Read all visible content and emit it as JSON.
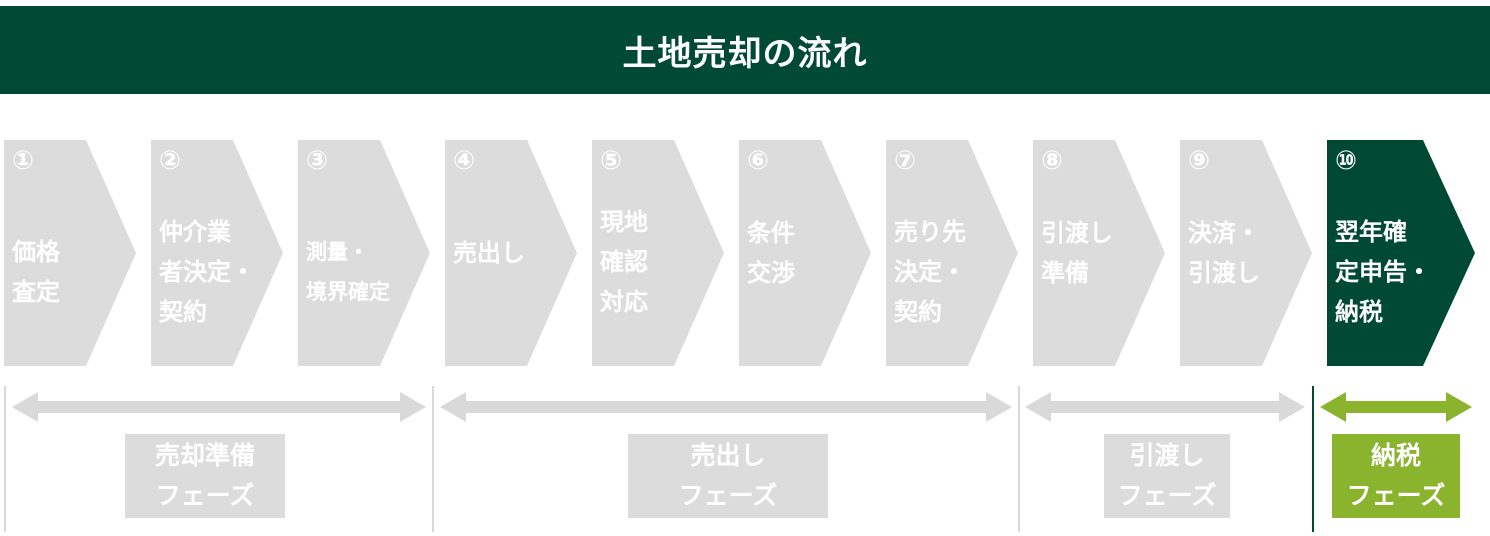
{
  "title": "土地売却の流れ",
  "steps": [
    {
      "num": "①",
      "lines": [
        "価格",
        "査定"
      ]
    },
    {
      "num": "②",
      "lines": [
        "仲介業",
        "者決定・",
        "契約"
      ]
    },
    {
      "num": "③",
      "lines": [
        "測量・",
        "境界確定"
      ]
    },
    {
      "num": "④",
      "lines": [
        "売出し"
      ]
    },
    {
      "num": "⑤",
      "lines": [
        "現地",
        "確認",
        "対応"
      ]
    },
    {
      "num": "⑥",
      "lines": [
        "条件",
        "交渉"
      ]
    },
    {
      "num": "⑦",
      "lines": [
        "売り先",
        "決定・",
        "契約"
      ]
    },
    {
      "num": "⑧",
      "lines": [
        "引渡し",
        "準備"
      ]
    },
    {
      "num": "⑨",
      "lines": [
        "決済・",
        "引渡し"
      ]
    },
    {
      "num": "⑩",
      "lines": [
        "翌年確",
        "定申告・",
        "納税"
      ]
    }
  ],
  "phases": [
    {
      "lines": [
        "売却準備",
        "フェーズ"
      ]
    },
    {
      "lines": [
        "売出し",
        "フェーズ"
      ]
    },
    {
      "lines": [
        "引渡し",
        "フェーズ"
      ]
    },
    {
      "lines": [
        "納税",
        "フェーズ"
      ]
    }
  ],
  "colors": {
    "header": "#004a33",
    "step_inactive": "#dcdcdc",
    "step_active": "#004a33",
    "phase_inactive": "#dcdcdc",
    "phase_active": "#8ab32e"
  }
}
